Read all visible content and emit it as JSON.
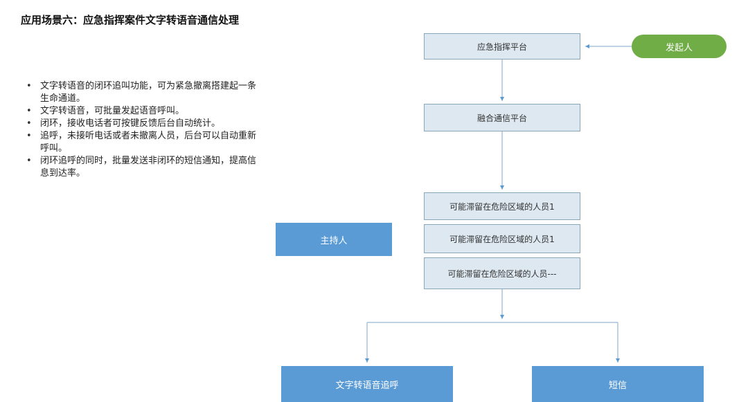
{
  "title": "应用场景六：应急指挥案件文字转语音通信处理",
  "bullets": [
    "文字转语音的闭环追叫功能，可为紧急撤离搭建起一条生命通道。",
    "文字转语音，可批量发起语音呼叫。",
    "闭环，接收电话者可按键反馈后台自动统计。",
    "追呼，未接听电话或者未撤离人员，后台可以自动重新呼叫。",
    "闭环追呼的同时，批量发送非闭环的短信通知，提高信息到达率。"
  ],
  "flow": {
    "initiator": "发起人",
    "platform": "应急指挥平台",
    "fusion": "融合通信平台",
    "persons": [
      "可能滞留在危险区域的人员1",
      "可能滞留在危险区域的人员1",
      "可能滞留在危险区域的人员---"
    ],
    "host": "主持人",
    "tts_call": "文字转语音追呼",
    "sms": "短信"
  },
  "colors": {
    "node_fill": "#dde8f0",
    "node_border": "#8aa6bb",
    "accent_blue": "#5b9bd5",
    "accent_green": "#70ad47",
    "connector": "#7fa7c9"
  }
}
